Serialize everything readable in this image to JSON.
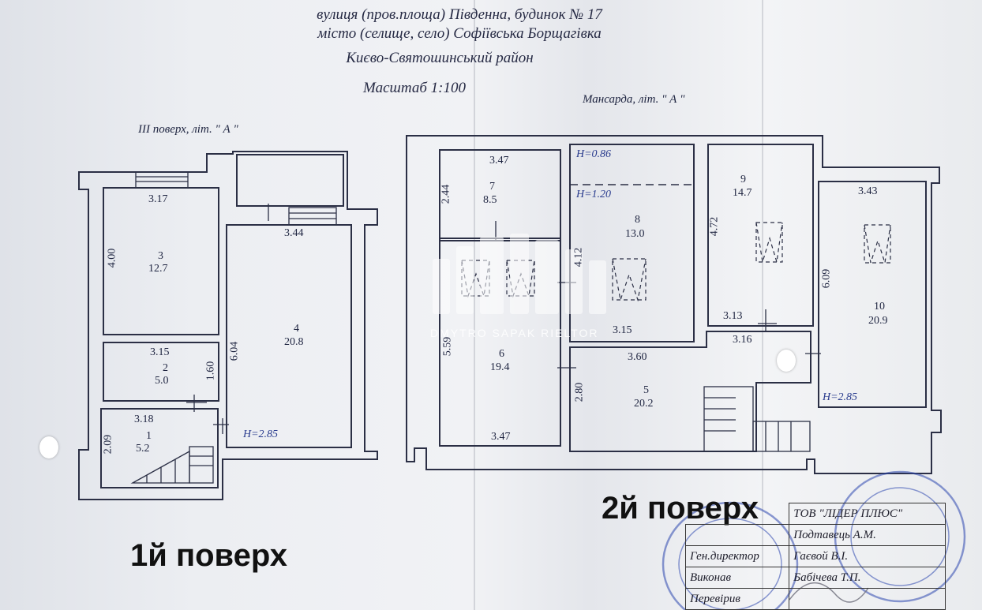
{
  "header": {
    "line1": "вулиця (пров.площа) Південна, будинок № 17",
    "line2": "місто (селище, село)  Софіївська Борщагівка",
    "line3": "Києво-Святошинський район",
    "scale": "Масштаб 1:100"
  },
  "plans": {
    "floor3_title": "III  поверх, літ. \" А \"",
    "mansard_title": "Мансарда, літ. \" А \"",
    "floor1_caption": "1й поверх",
    "floor2_caption": "2й поверх"
  },
  "floor1": {
    "rooms": [
      {
        "num": "3",
        "area": "12.7"
      },
      {
        "num": "4",
        "area": "20.8"
      },
      {
        "num": "2",
        "area": "5.0"
      },
      {
        "num": "1",
        "area": "5.2"
      }
    ],
    "dims": {
      "r3_top": "3.17",
      "r3_side": "4.00",
      "r4_top": "3.44",
      "r4_side": "6.04",
      "r2_top": "3.15",
      "r2_side": "1.60",
      "r1_top": "3.18",
      "r1_side": "2.09",
      "height": "H=2.85"
    }
  },
  "floor2": {
    "rooms": [
      {
        "num": "7",
        "area": "8.5"
      },
      {
        "num": "8",
        "area": "13.0"
      },
      {
        "num": "9",
        "area": "14.7"
      },
      {
        "num": "10",
        "area": "20.9"
      },
      {
        "num": "6",
        "area": "19.4"
      },
      {
        "num": "5",
        "area": "20.2"
      }
    ],
    "dims": {
      "r7_top": "3.47",
      "r7_side": "2.44",
      "h086": "H=0.86",
      "h120": "H=1.20",
      "r8_side": "4.12",
      "r8_bottom": "3.15",
      "r9_side": "4.72",
      "r9_bottom": "3.13",
      "r9_bottom2": "3.16",
      "r10_top": "3.43",
      "r10_side": "6.09",
      "r10_height": "H=2.85",
      "r6_side": "5.59",
      "r6_bottom": "3.47",
      "r5_top": "3.60",
      "r5_side": "2.80"
    }
  },
  "watermark": {
    "text": "DMYTRO SAPAK RIELTOR"
  },
  "stamp": {
    "company": "ТОВ \"ЛІДЕР ПЛЮС\"",
    "rows": [
      {
        "role": "",
        "name": "Подтавець А.М."
      },
      {
        "role": "Ген.директор",
        "name": "Гаєвой В.І."
      },
      {
        "role": "Виконав",
        "name": "Бабічева Т.П."
      },
      {
        "role": "Перевірив",
        "name": ""
      }
    ]
  },
  "colors": {
    "ink": "#1b1f3a",
    "plan_line": "#2b2f45",
    "blue_ink": "#2a3c8e",
    "seal": "#2e48b0"
  }
}
